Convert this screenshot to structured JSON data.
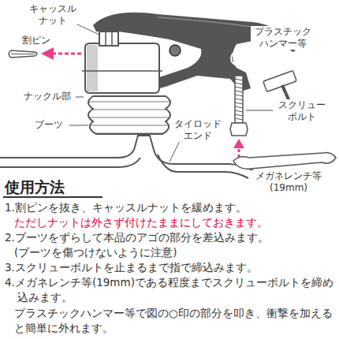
{
  "diagram": {
    "title": "使用方法",
    "labels": [
      "キャッスル ナット",
      "割ピン",
      "ナックル部",
      "ブーツ",
      "タイロッド エンド",
      "プラスチック ハンマー等",
      "スクリュー ボルト",
      "メガネレンチ等 (19mm)",
      "1.割ピンを抜き、キャッスルナットを緩めます。",
      "ただしナットは外さず付けたままにしておきます。",
      "2.ブーツをずらして本品のアゴの部分を差込みます。",
      "(ブーツを傷つけないように注意)",
      "3.スクリューボルトを止まるまで指で締込みます。",
      "4.メガネレンチ等(19mm)である程度までスクリューボルトを締め込みます。",
      "プラスチックハンマー等で図の○印の部分を叩き、衝撃を加えると簡単に外れます。"
    ]
  }
}
